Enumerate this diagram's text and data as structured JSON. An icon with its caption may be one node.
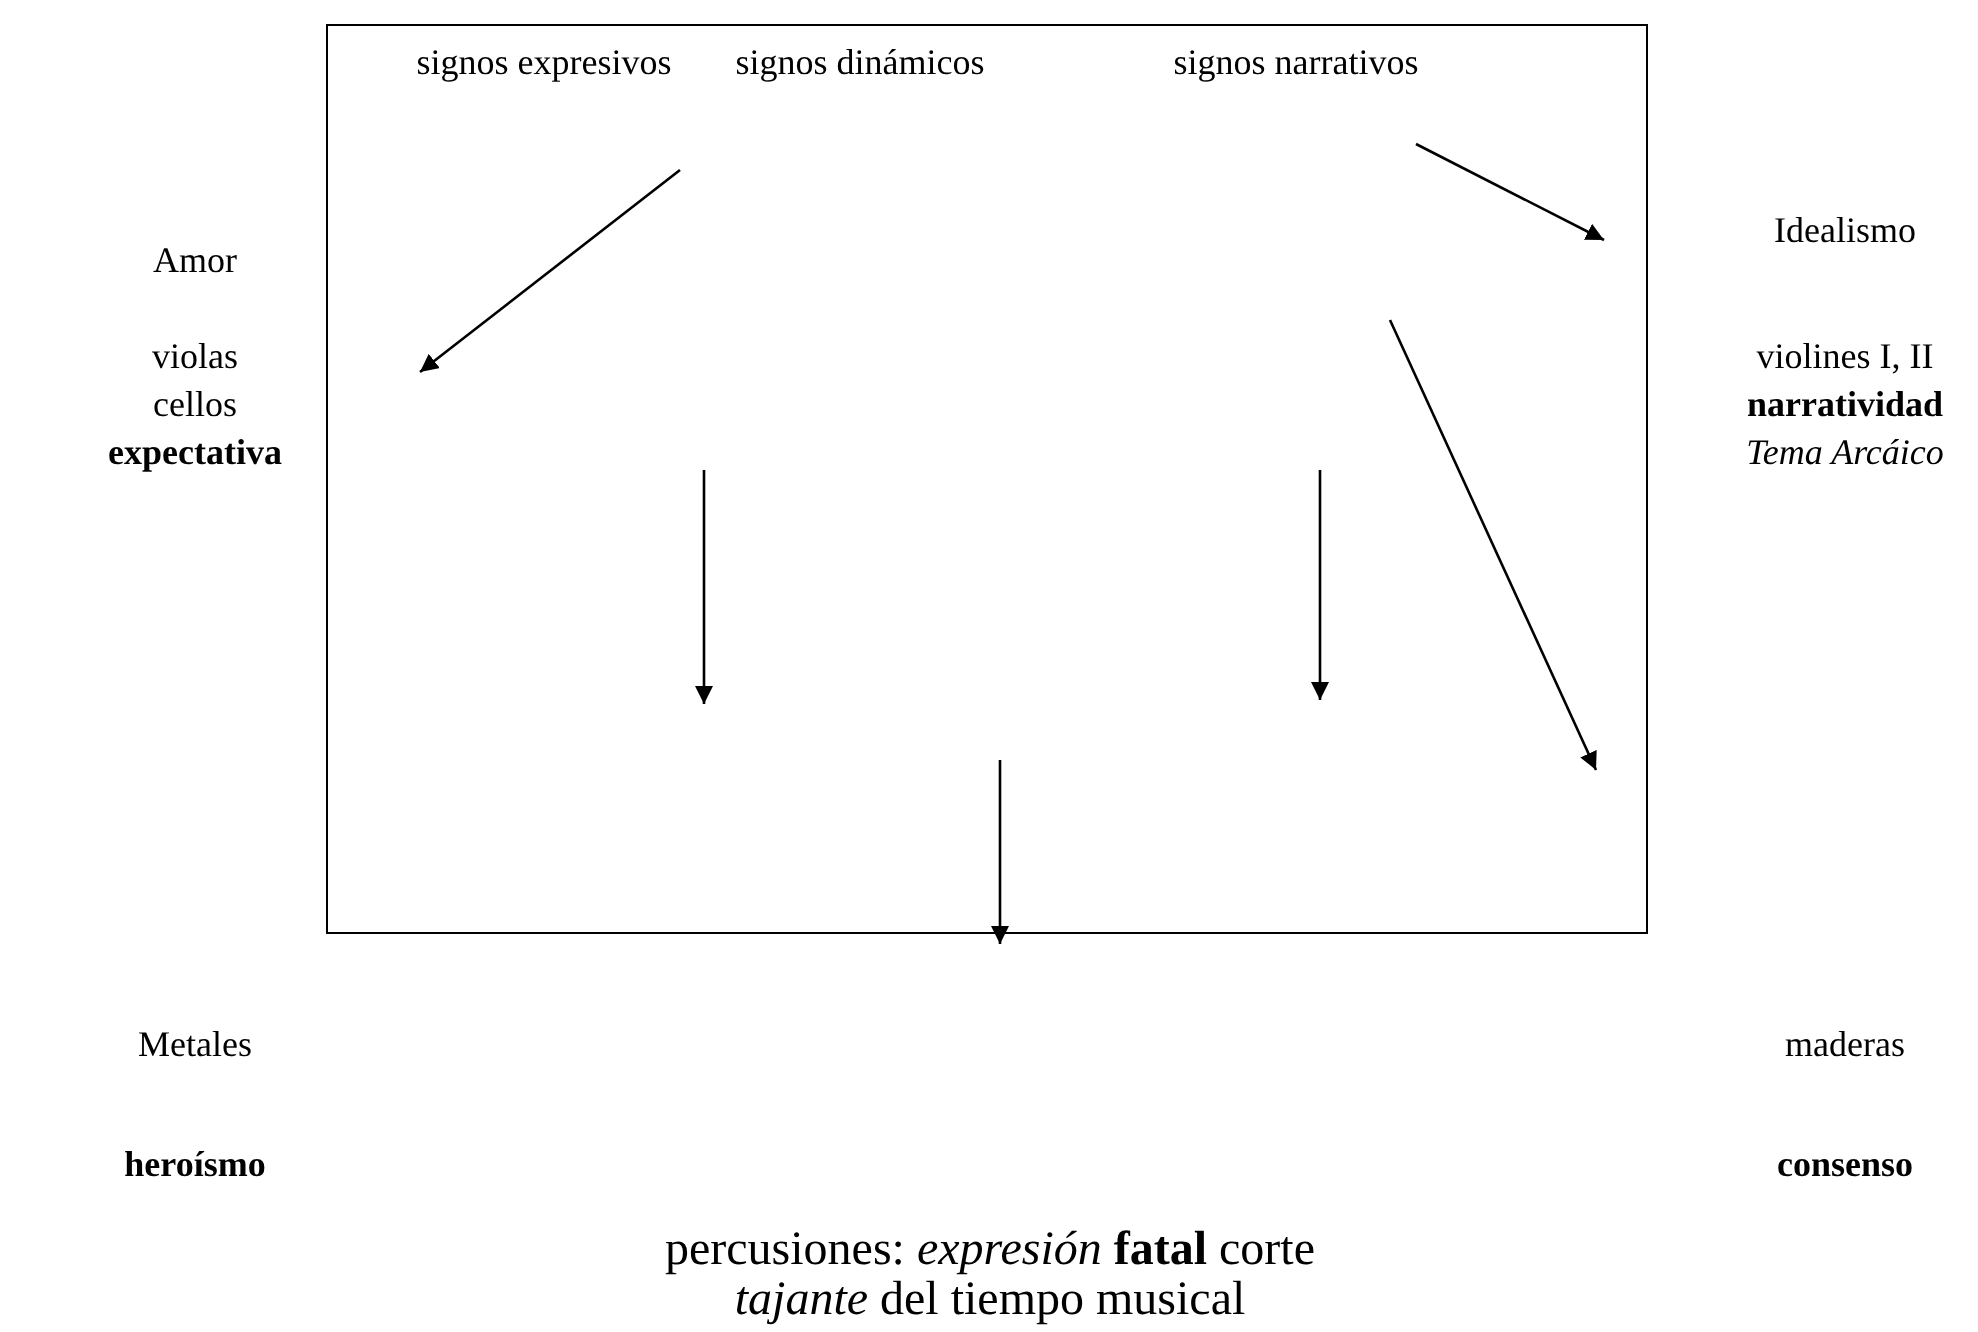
{
  "diagram": {
    "nodes": [
      {
        "text": [],
        "shape": "box"
      },
      {
        "text": [
          "signos expresivos"
        ],
        "in": 0
      },
      {
        "text": [
          "signos dinámicos"
        ],
        "in": 0
      },
      {
        "text": [
          "signos narrativos"
        ],
        "in": 0
      },
      {
        "text": [
          "Amor",
          "violas cellos **expectativa**"
        ]
      },
      {
        "text": [
          "Idealismo",
          "violines I, II **narratividad** *Tema Arcáico*"
        ]
      },
      {
        "text": [
          "Metales",
          "heroísmo"
        ]
      },
      {
        "text": [
          "maderas",
          "consenso"
        ]
      },
      {
        "text": [
          "percusiones: *expresión* **fatal** corte *tajante* del tiempo musical"
        ]
      }
    ],
    "edges": [
      {
        "from": 1,
        "to": 4,
        "arrow": "to"
      },
      {
        "from": 3,
        "to": 5,
        "arrow": "to"
      }
    ]
  }
}
